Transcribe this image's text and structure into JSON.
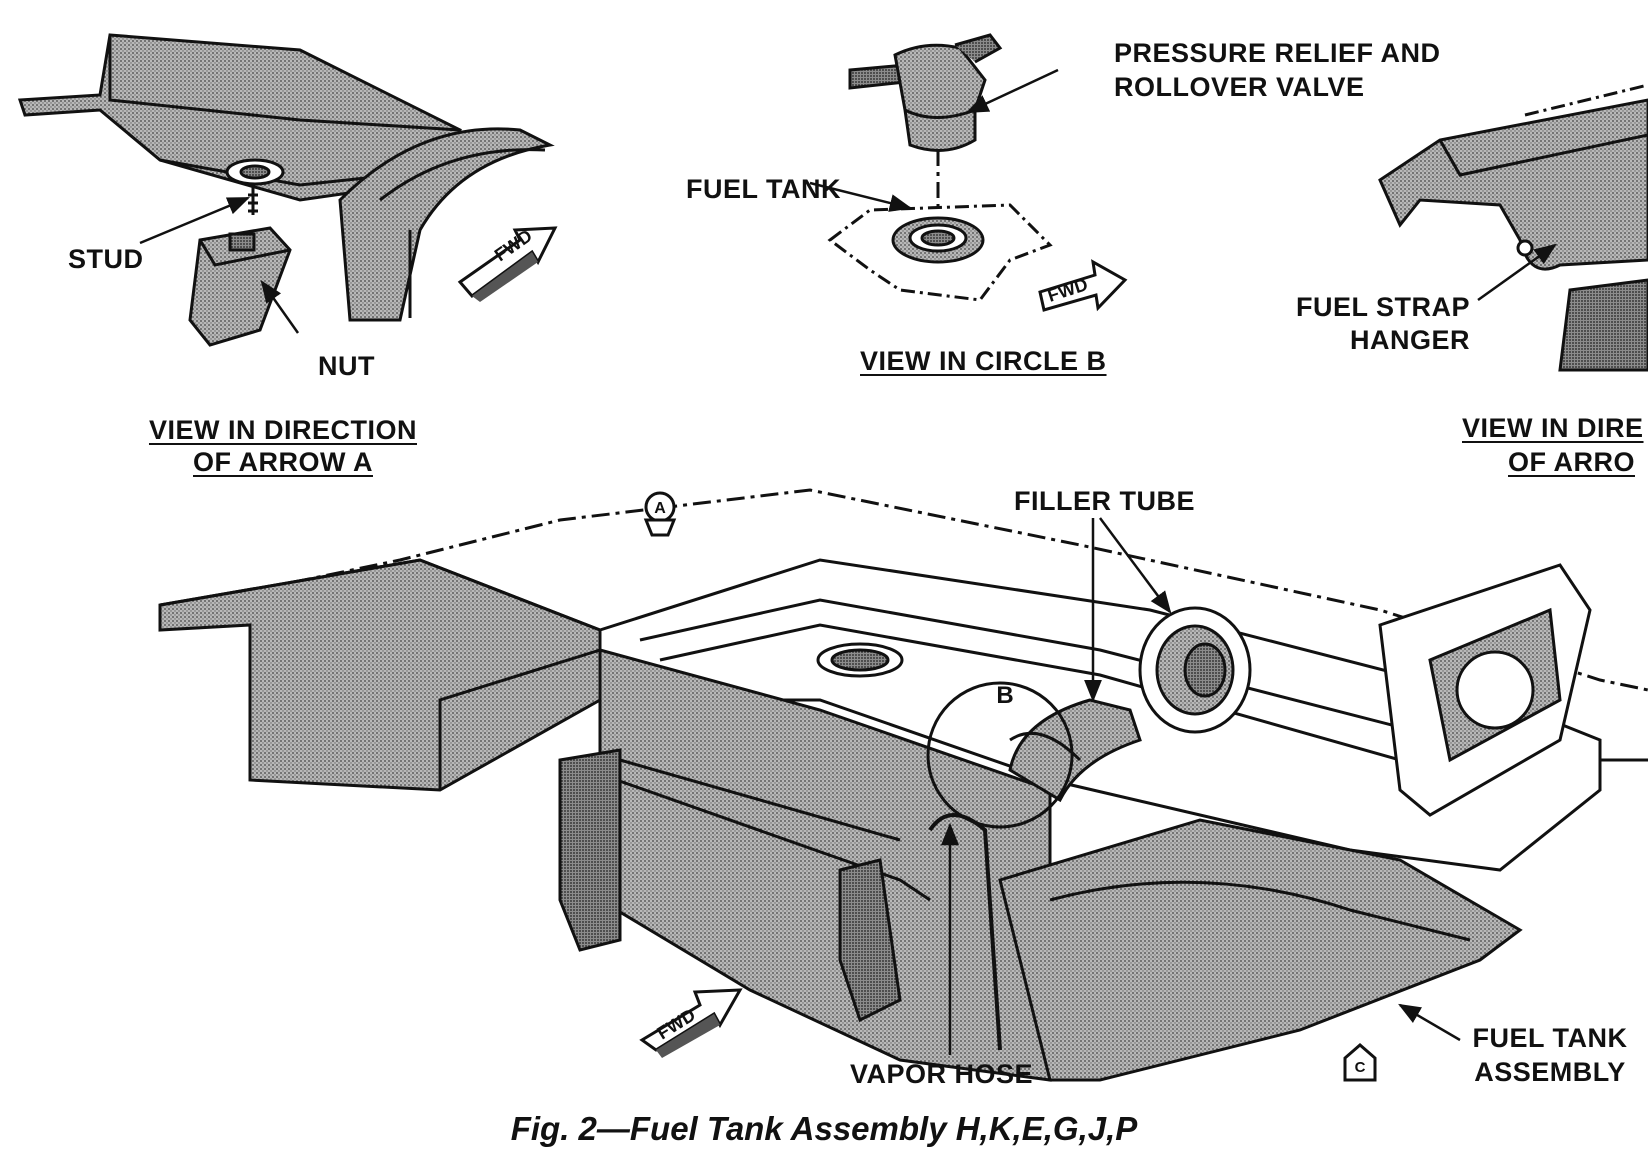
{
  "figure": {
    "caption": "Fig. 2—Fuel Tank Assembly H,K,E,G,J,P"
  },
  "views": {
    "arrow_a": {
      "title_line1": "VIEW IN DIRECTION",
      "title_line2": "OF ARROW A",
      "stud": "STUD",
      "nut": "NUT",
      "fwd": "FWD"
    },
    "circle_b": {
      "title": "VIEW IN CIRCLE B",
      "valve_line1": "PRESSURE RELIEF AND",
      "valve_line2": "ROLLOVER VALVE",
      "fuel_tank": "FUEL TANK",
      "fwd": "FWD"
    },
    "arrow_c": {
      "title_line1": "VIEW IN DIRE",
      "title_line2": "OF ARRO",
      "strap_line1": "FUEL STRAP",
      "strap_line2": "HANGER"
    }
  },
  "main": {
    "filler_tube": "FILLER TUBE",
    "vapor_hose": "VAPOR HOSE",
    "tank_line1": "FUEL TANK",
    "tank_line2": "ASSEMBLY",
    "circle_b_marker": "B",
    "arrow_a_marker": "A",
    "arrow_c_marker": "C",
    "fwd": "FWD"
  },
  "colors": {
    "ink": "#111111",
    "shade": "#9a9a9a",
    "paper": "#ffffff"
  }
}
